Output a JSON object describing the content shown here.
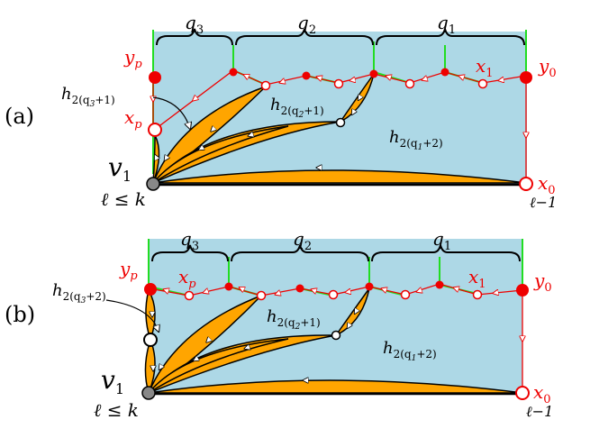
{
  "colors": {
    "region": "#add8e6",
    "leaf": "#ffa500",
    "path_red": "#ee0000",
    "edge_green": "#22dd22",
    "vertex_gray": "#888888"
  },
  "panels": [
    {
      "tag": "(a)",
      "q_labels": [
        "q",
        "q",
        "q"
      ],
      "q_subs": [
        "3",
        "2",
        "1"
      ],
      "y_p": {
        "main": "y",
        "sub": "p"
      },
      "y_0": {
        "main": "y",
        "sub": "0"
      },
      "x_1": {
        "main": "x",
        "sub": "1"
      },
      "x_p": {
        "main": "x",
        "sub": "p"
      },
      "x_0": {
        "main": "x",
        "sub": "0"
      },
      "h_left": {
        "main": "h",
        "sub": "2(q",
        "subsub": "3",
        "tail": "+1)"
      },
      "h_mid": {
        "main": "h",
        "sub": "2(q",
        "subsub": "2",
        "tail": "+1)"
      },
      "h_right": {
        "main": "h",
        "sub": "2(q",
        "subsub": "1",
        "tail": "+2)"
      },
      "v1": {
        "main": "v",
        "sub": "1"
      },
      "ell_le_k": "ℓ ≤ k",
      "ell_minus_1": "ℓ−1"
    },
    {
      "tag": "(b)",
      "q_labels": [
        "q",
        "q",
        "q"
      ],
      "q_subs": [
        "3",
        "2",
        "1"
      ],
      "y_p": {
        "main": "y",
        "sub": "p"
      },
      "y_0": {
        "main": "y",
        "sub": "0"
      },
      "x_1": {
        "main": "x",
        "sub": "1"
      },
      "x_p": {
        "main": "x",
        "sub": "p"
      },
      "x_0": {
        "main": "x",
        "sub": "0"
      },
      "h_left": {
        "main": "h",
        "sub": "2(q",
        "subsub": "3",
        "tail": "+2)"
      },
      "h_mid": {
        "main": "h",
        "sub": "2(q",
        "subsub": "2",
        "tail": "+1)"
      },
      "h_right": {
        "main": "h",
        "sub": "2(q",
        "subsub": "1",
        "tail": "+2)"
      },
      "v1": {
        "main": "v",
        "sub": "1"
      },
      "ell_le_k": "ℓ ≤ k",
      "ell_minus_1": "ℓ−1"
    }
  ]
}
